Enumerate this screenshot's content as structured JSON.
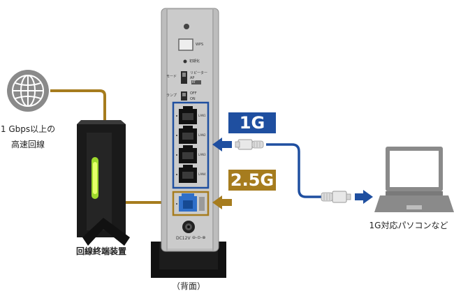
{
  "labels": {
    "internet": "1 Gbps以上の\n高速回線",
    "ont": "回線終端装置",
    "pc": "1G対応パソコンなど",
    "back": "（背面）"
  },
  "speeds": {
    "lan": "1G",
    "wan": "2.5G"
  },
  "router": {
    "wps": "WPS",
    "init": "初期化",
    "mode_label": "モード",
    "mode_options": [
      "リピーター",
      "AP",
      "RT"
    ],
    "lamp_label": "ランプ",
    "lamp_options": [
      "OFF",
      "ON"
    ],
    "lan_ports": [
      "LAN1",
      "LAN2",
      "LAN3",
      "LAN4"
    ],
    "power": "DC12V"
  },
  "colors": {
    "lan_blue": "#1f4fa0",
    "wan_gold": "#a67c1e",
    "cable_gold": "#a67c1e",
    "cable_blue": "#1f4fa0",
    "globe_gray": "#8a8a8a"
  }
}
